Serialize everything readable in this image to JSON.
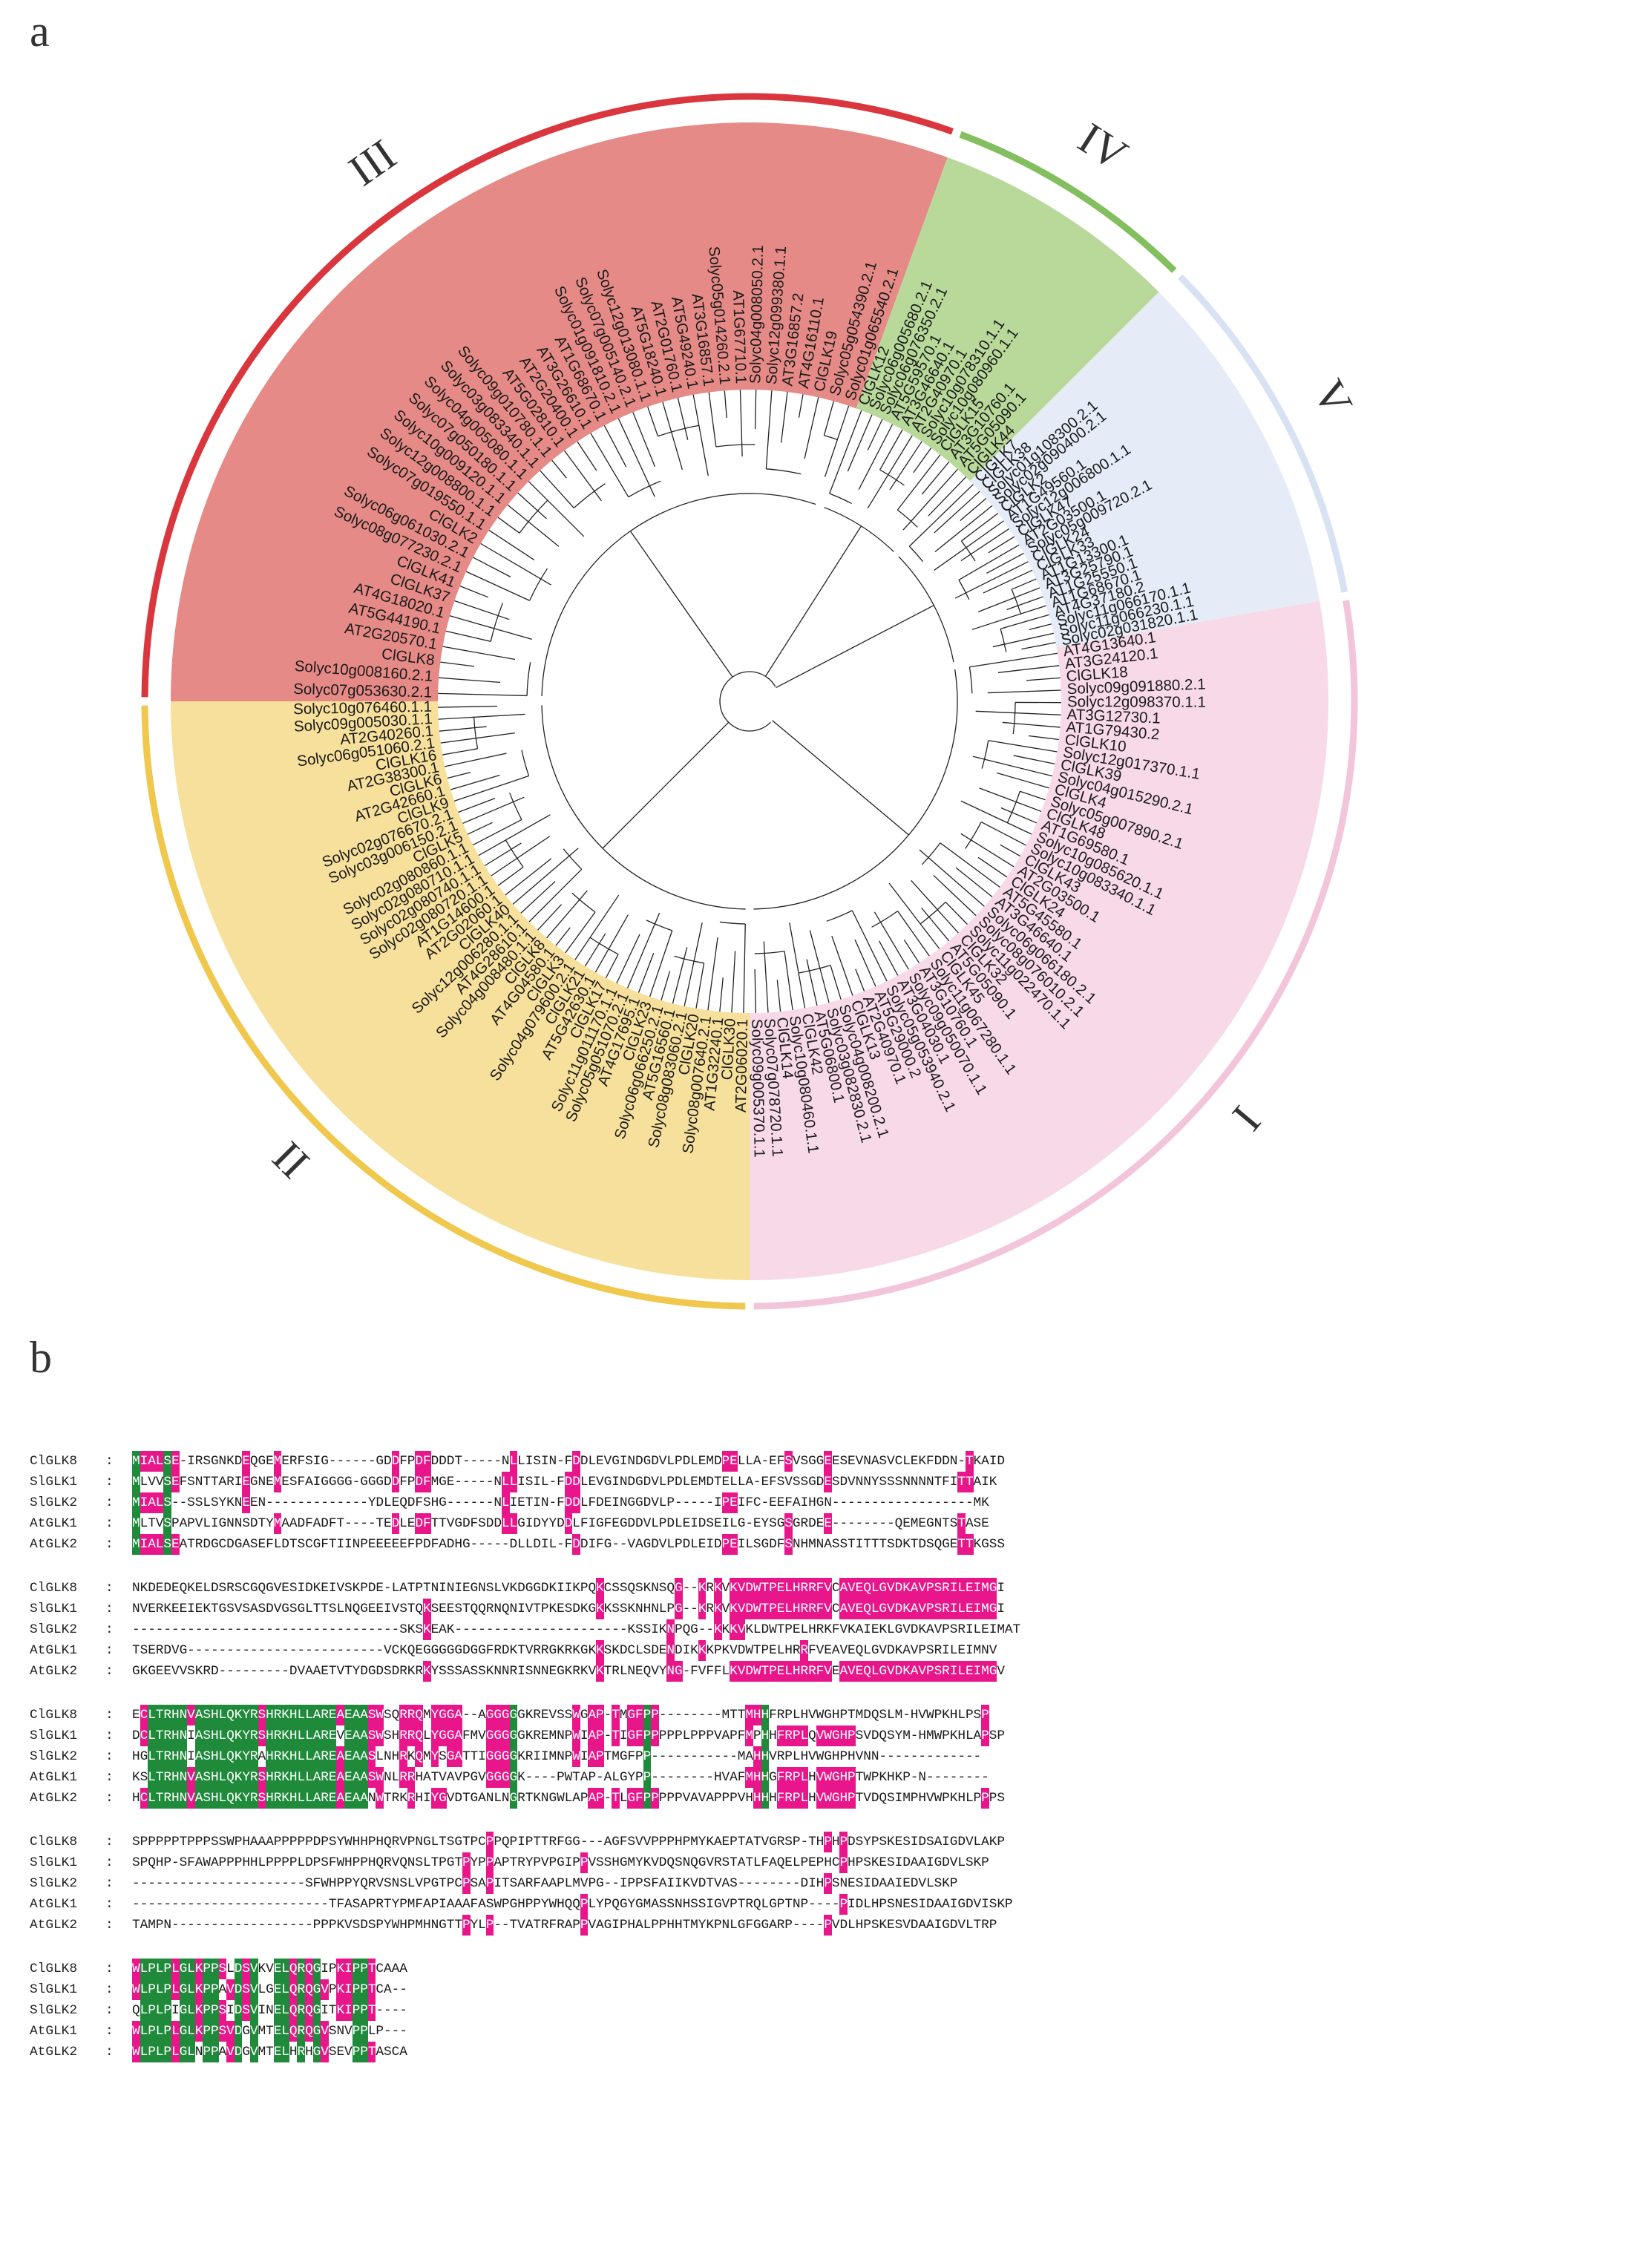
{
  "figure": {
    "panel_a_label": "a",
    "panel_b_label": "b"
  },
  "clades": [
    {
      "id": "I",
      "label": "I",
      "color": "#f8d9e8",
      "ring_color": "#f2c5da"
    },
    {
      "id": "II",
      "label": "II",
      "color": "#f6e09b",
      "ring_color": "#f0c84e"
    },
    {
      "id": "III",
      "label": "III",
      "color": "#e58a86",
      "ring_color": "#d9363e"
    },
    {
      "id": "IV",
      "label": "IV",
      "color": "#b9d99a",
      "ring_color": "#83bf5e"
    },
    {
      "id": "V",
      "label": "V",
      "color": "#e6ecf7",
      "ring_color": "#d8e2f3"
    }
  ],
  "tree_leaves": {
    "I": [
      "AT4G13640.1",
      "AT3G24120.1",
      "ClGLK18",
      "Solyc09g091880.2.1",
      "Solyc12g098370.1.1",
      "AT3G12730.1",
      "AT1G79430.2",
      "ClGLK10",
      "Solyc12g017370.1.1",
      "ClGLK39",
      "Solyc04g015290.2.1",
      "ClGLK4",
      "Solyc05g007890.2.1",
      "ClGLK48",
      "AT1G69580.1",
      "Solyc10g085620.1.1",
      "Solyc10g083340.1.1",
      "ClGLK43",
      "AT2G03500.1",
      "ClGLK24",
      "AT5G45580.1",
      "AT3G46640.1",
      "Solyc06g066180.2.1",
      "Solyc08g076010.2.1",
      "Solyc11g022470.1.1",
      "ClGLK32",
      "AT5G05090.1",
      "ClGLK45",
      "Solyc11g067280.1.1",
      "AT3G10760.1",
      "Solyc09g050070.1.1",
      "AT3G04030.1",
      "Solyc05g053940.2.1",
      "AT5G29000.2",
      "AT2G40970.1",
      "ClGLK13",
      "Solyc04g008200.2.1",
      "Solyc03g082830.2.1",
      "AT5G06800.1",
      "ClGLK42",
      "Solyc10g080460.1.1",
      "ClGLK14",
      "Solyc07g078720.1.1",
      "Solyc09g005370.1.1"
    ],
    "II": [
      "AT2G06020.1",
      "ClGLK30",
      "AT1G32240.1",
      "Solyc08g007640.2.1",
      "ClGLK20",
      "Solyc08g083060.2.1",
      "AT5G16560.1",
      "Solyc06g066250.2.1",
      "ClGLK23",
      "AT4G17695.1",
      "Solyc05g051070.2.1",
      "Solyc11g011170.1.1",
      "ClGLK17",
      "AT5G42630.1",
      "ClGLK21",
      "Solyc04g079600.2.1",
      "ClGLK3",
      "AT4G04580.1",
      "ClGLK8",
      "Solyc04g008480.1.1",
      "AT4G28610.1",
      "Solyc12g006280.1.1",
      "ClGLK40",
      "AT2G02060.1",
      "AT1G14600.1",
      "Solyc02g080720.1.1",
      "Solyc02g080740.1.1",
      "Solyc02g080710.1.1",
      "Solyc02g080860.1.1",
      "ClGLK5",
      "Solyc03g006150.2.1",
      "Solyc02g076670.2.1",
      "ClGLK9",
      "AT2G42660.1",
      "ClGLK6",
      "AT2G38300.1",
      "ClGLK16",
      "Solyc06g051060.2.1",
      "AT2G40260.1",
      "Solyc09g005030.1.1",
      "Solyc10g076460.1.1"
    ],
    "III": [
      "Solyc07g053630.2.1",
      "Solyc10g008160.2.1",
      "ClGLK8",
      "AT2G20570.1",
      "AT5G44190.1",
      "AT4G18020.1",
      "ClGLK37",
      "ClGLK41",
      "Solyc08g077230.2.1",
      "Solyc06g061030.2.1",
      "ClGLK2",
      "Solyc07g019550.1.1",
      "Solyc12g008800.1.1",
      "Solyc10g009120.1.1",
      "Solyc07g050180.1.1",
      "Solyc04g005080.1.1",
      "Solyc03g083340.1.1",
      "Solyc09g010780.1.1",
      "AT5G02810.1",
      "AT2G20400.1",
      "AT3G26610.1",
      "AT1G68670.1",
      "Solyc01g091810.2.1",
      "Solyc07g005140.2.1",
      "Solyc12g013080.1.1",
      "AT5G18240.1",
      "AT2G01760.1",
      "AT5G49240.1",
      "AT3G16857.1",
      "Solyc05g014260.2.1",
      "AT1G67710.1",
      "Solyc04g008050.2.1",
      "Solyc12g099380.1.1",
      "AT3G16857.2",
      "AT4G16110.1",
      "ClGLK19",
      "Solyc05g054390.2.1",
      "Solyc01g065540.2.1"
    ],
    "IV": [
      "ClGLK12",
      "Solyc06g005680.2.1",
      "Solyc06g076350.2.1",
      "AT5G59570.1",
      "AT3G46640.1",
      "AT2G40970.1",
      "Solyc10g078310.1.1",
      "Solyc10g080960.1.1",
      "ClGLK15",
      "AT3G10760.1",
      "AT5G05090.1",
      "ClGLK44"
    ],
    "V": [
      "ClGLK7",
      "ClGLK38",
      "Solyc01g108300.2.1",
      "Solyc02g090400.2.1",
      "ClGLK2",
      "AT1G49560.1",
      "Solyc12g006800.1.1",
      "ClGLK47",
      "AT2G03500.1",
      "Solyc05g009720.2.1",
      "ClGLK24",
      "ClGLK33",
      "AT1G13300.1",
      "AT3G25790.1",
      "AT1G25550.1",
      "AT1G68670.1",
      "AT4G37180.2",
      "Solyc11g066170.1.1",
      "Solyc11g066230.1.1",
      "Solyc02g031820.1.1"
    ]
  },
  "alignment": {
    "blocks": [
      {
        "rows": [
          {
            "name": "ClGLK8",
            "colon": ":",
            "seq": "MIALSE-IRSGNKDEQGEMERFSIG------GDDFPDFDDDT-----NLLISIN-FDDLEVGINDGDVLPDLEMDPELLA-EFSVSGGEESEVNASVCLEKFDDN-TKAID"
          },
          {
            "name": "SlGLK1",
            "colon": ":",
            "seq": "MLVVSEFSNTTARIEGNEMESFAIGGGG-GGGDDFPDFMGE-----NLLISIL-FDDLEVGINDGDVLPDLEMDTELLA-EFSVSSGDESDVNNYSSSNNNNTFITTAIK"
          },
          {
            "name": "SlGLK2",
            "colon": ":",
            "seq": "MIALS--SSLSYKNEEN-------------YDLEQDFSHG------NLIETIN-FDDLFDEINGGDVLP-----IPEIFC-EEFAIHGN------------------MK"
          },
          {
            "name": "AtGLK1",
            "colon": ":",
            "seq": "MLTVSPAPVLIGNNSDTYMAADFADFT----TEDLEDFTTVGDFSDDLLGIDYYDDLFIGFEGDDVLPDLEIDSEILG-EYSGSGRDEE--------QEMEGNTSTASE"
          },
          {
            "name": "AtGLK2",
            "colon": ":",
            "seq": "MIALSEATRDGCDGASEFLDTSCGFTIINPEEEEEFPDFADHG-----DLLDIL-FDDIFG--VAGDVLPDLEIDPEILSGDFSNHMNASSTITTTSDKTDSQGETTKGSS"
          }
        ]
      },
      {
        "rows": [
          {
            "name": "ClGLK8",
            "colon": ":",
            "seq": "NKDEDEQKELDSRSCGQGVESIDKEIVSKPDE-LATPTNINIEGNSLVKDGGDKIIKPQKCSSQSKNSQG--KRKVKVDWTPELHRRFVCAVEQLGVDKAVPSRILEIMGI"
          },
          {
            "name": "SlGLK1",
            "colon": ":",
            "seq": "NVERKEEIEKTGSVSASDVGSGLTTSLNQGEEIVSTQKSEESTQQRNQNIVTPKESDKGKKSSKNHNLPG--KRKVKVDWTPELHRRFVCAVEQLGVDKAVPSRILEIMGI"
          },
          {
            "name": "SlGLK2",
            "colon": ":",
            "seq": "----------------------------------SKSKEAK----------------------KSSIKNPQG--KKKVKLDWTPELHRKFVKAIEKLGVDKAVPSRILEIMAT"
          },
          {
            "name": "AtGLK1",
            "colon": ":",
            "seq": "TSERDVG-------------------------VCKQEGGGGGDGGFRDKTVRRGKRKGKKSKDCLSDENDIKKKPKVDWTPELHRRFVEAVEQLGVDKAVPSRILEIMNV"
          },
          {
            "name": "AtGLK2",
            "colon": ":",
            "seq": "GKGEEVVSKRD---------DVAAETVTYDGDSDRKRKYSSSASSKNNRISNNEGKRKVKTRLNEQVYNG-FVFFLKVDWTPELHRRFVEAVEQLGVDKAVPSRILEIMGV"
          }
        ]
      },
      {
        "rows": [
          {
            "name": "ClGLK8",
            "colon": ":",
            "seq": "ECLTRHNVASHLQKYRSHRKHLLAREAEAASWSQRRQMYGGA--AGGGGGKREVSSWGAP-TMGFPP--------MTTMHHFRPLHVWGHPTMDQSLM-HVWPKHLPSP"
          },
          {
            "name": "SlGLK1",
            "colon": ":",
            "seq": "DCLTRHNIASHLQKYRSHRKHLLAREVEAASWSHRRQLYGGAFMVGGGGGKREMNPWIAP-TIGFPPPPPLPPPVAPFMPHHFRPLQVWGHPSVDQSYM-HMWPKHLAPSP"
          },
          {
            "name": "SlGLK2",
            "colon": ":",
            "seq": "HGLTRHNIASHLQKYRAHRKHLLAREAEAASLNHRKQMYSGATTIGGGGKRIIMNPWIAPTMGFPP-----------MAHHVRPLHVWGHPHVNN-------------"
          },
          {
            "name": "AtGLK1",
            "colon": ":",
            "seq": "KSLTRHNVASHLQKYRSHRKHLLAREAEAASWNLRRHATVAVPGVGGGGK----PWTAP-ALGYPP--------HVAFMHHGFRPLHVWGHPTWPKHKP-N--------"
          },
          {
            "name": "AtGLK2",
            "colon": ":",
            "seq": "HCLTRHNVASHLQKYRSHRKHLLAREAEAANWTRKRHIYGVDTGANLNGRTKNGWLAPAP-TLGFPPPPPVAVAPPPVHHHHFRPLHVWGHPTVDQSIMPHVWPKHLPPPS"
          }
        ]
      },
      {
        "rows": [
          {
            "name": "ClGLK8",
            "colon": ":",
            "seq": "SPPPPPTPPPSSWPHAAAPPPPPDPSYWHHPHQRVPNGLTSGTPCPPQPIPTTRFGG---AGFSVVPPPHPMYKAEPTATVGRSP-THPHPDSYPSKESIDSAIGDVLAKP"
          },
          {
            "name": "SlGLK1",
            "colon": ":",
            "seq": "SPQHP-SFAWAPPPHHLPPPPLDPSFWHPPHQRVQNSLTPGTPYPPAPTRYPVPGIPPVSSHGMYKVDQSNQGVRSTATLFAQELPEPHCPHPSKESIDAAIGDVLSKP"
          },
          {
            "name": "SlGLK2",
            "colon": ":",
            "seq": "----------------------SFWHPPYQRVSNSLVPGTPCPSAPITSARFAAPLMVPG--IPPSFAIIKVDTVAS--------DIHPSNESIDAAIEDVLSKP"
          },
          {
            "name": "AtGLK1",
            "colon": ":",
            "seq": "-------------------------TFASAPRTYPMFAPIAAAFASWPGHPPYWHQQPLYPQGYGMASSNHSSIGVPTRQLGPTNP----PIDLHPSNESIDAAIGDVISKP"
          },
          {
            "name": "AtGLK2",
            "colon": ":",
            "seq": "TAMPN------------------PPPKVSDSPYWHPMHNGTTPYLP--TVATRFRAPPVAGIPHALPPHHTMYKPNLGFGGARP----PVDLHPSKESVDAAIGDVLTRP"
          }
        ]
      },
      {
        "rows": [
          {
            "name": "ClGLK8",
            "colon": ":",
            "seq": "WLPLPLGLKPPSLDSVKVELQRQGIPKIPPTCAAA"
          },
          {
            "name": "SlGLK1",
            "colon": ":",
            "seq": "WLPLPLGLKPPAVDSVLGELQRQGVPKIPPTCA--"
          },
          {
            "name": "SlGLK2",
            "colon": ":",
            "seq": "QLPLPIGLKPPSIDSVINELQRQGITKIPPT----"
          },
          {
            "name": "AtGLK1",
            "colon": ":",
            "seq": "WLPLPLGLKPPSVDGVMTELQRQGVSNVPPLP---"
          },
          {
            "name": "AtGLK2",
            "colon": ":",
            "seq": "WLPLPLGLNPPAVDGVMTELHRHGVSEVPPTASCA"
          }
        ]
      }
    ]
  }
}
